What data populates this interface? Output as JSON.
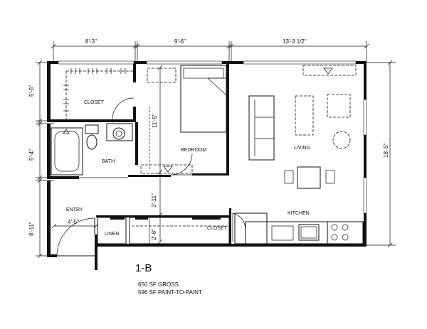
{
  "unit_label": "1-B",
  "area": {
    "gross": "650 SF GROSS",
    "paint_to_paint": "596 SF PAINT-TO-PAINT"
  },
  "rooms": {
    "closet_top": "CLOSET",
    "bath": "BATH",
    "bedroom": "BEDROOM",
    "living": "LIVING",
    "entry": "ENTRY",
    "linen": "LINEN",
    "closet_hall": "CLOSET",
    "kitchen": "KITCHEN"
  },
  "dimensions": {
    "top_left": "8'-3\"",
    "top_middle": "9'-6\"",
    "top_right": "13'-3 1/2\"",
    "left_top": "5'-6\"",
    "left_middle": "5'-4\"",
    "left_bottom": "8'-11\"",
    "right": "18'-5\"",
    "bedroom_depth": "11'-5\"",
    "hall_depth": "3'-11\"",
    "linen_width": "2'-8\"",
    "entry_width": "4'-5\""
  }
}
